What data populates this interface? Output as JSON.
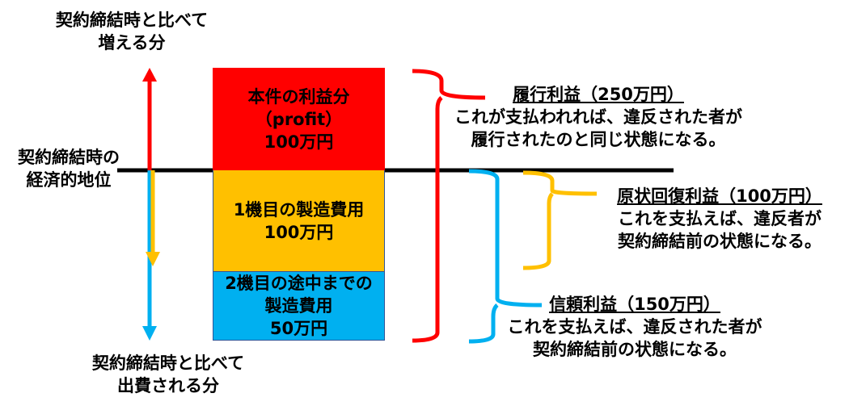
{
  "labels": {
    "increase": [
      "契約締結時と比べて",
      "増える分"
    ],
    "baseline": [
      "契約締結時の",
      "経済的地位"
    ],
    "expense": [
      "契約締結時と比べて",
      "出費される分"
    ]
  },
  "boxes": [
    {
      "lines": [
        "本件の利益分",
        "（profit）",
        "100万円"
      ],
      "color": "#ff0000"
    },
    {
      "lines": [
        "1機目の製造費用",
        "100万円"
      ],
      "color": "#ffc000"
    },
    {
      "lines": [
        "2機目の途中までの",
        "製造費用",
        "50万円"
      ],
      "color": "#00b0f0"
    }
  ],
  "annotations": {
    "expectation": {
      "title": "履行利益（250万円）",
      "lines": [
        "これが支払われれば、違反された者が",
        "履行されたのと同じ状態になる。"
      ],
      "color": "#ff0000"
    },
    "restitution": {
      "title": "原状回復利益（100万円）",
      "lines": [
        "これを支払えば、違反者が",
        "契約締結前の状態になる。"
      ],
      "color": "#ffc000"
    },
    "reliance": {
      "title": "信頼利益（150万円）",
      "lines": [
        "これを支払えば、違反された者が",
        "契約締結前の状態になる。"
      ],
      "color": "#00b0f0"
    }
  }
}
